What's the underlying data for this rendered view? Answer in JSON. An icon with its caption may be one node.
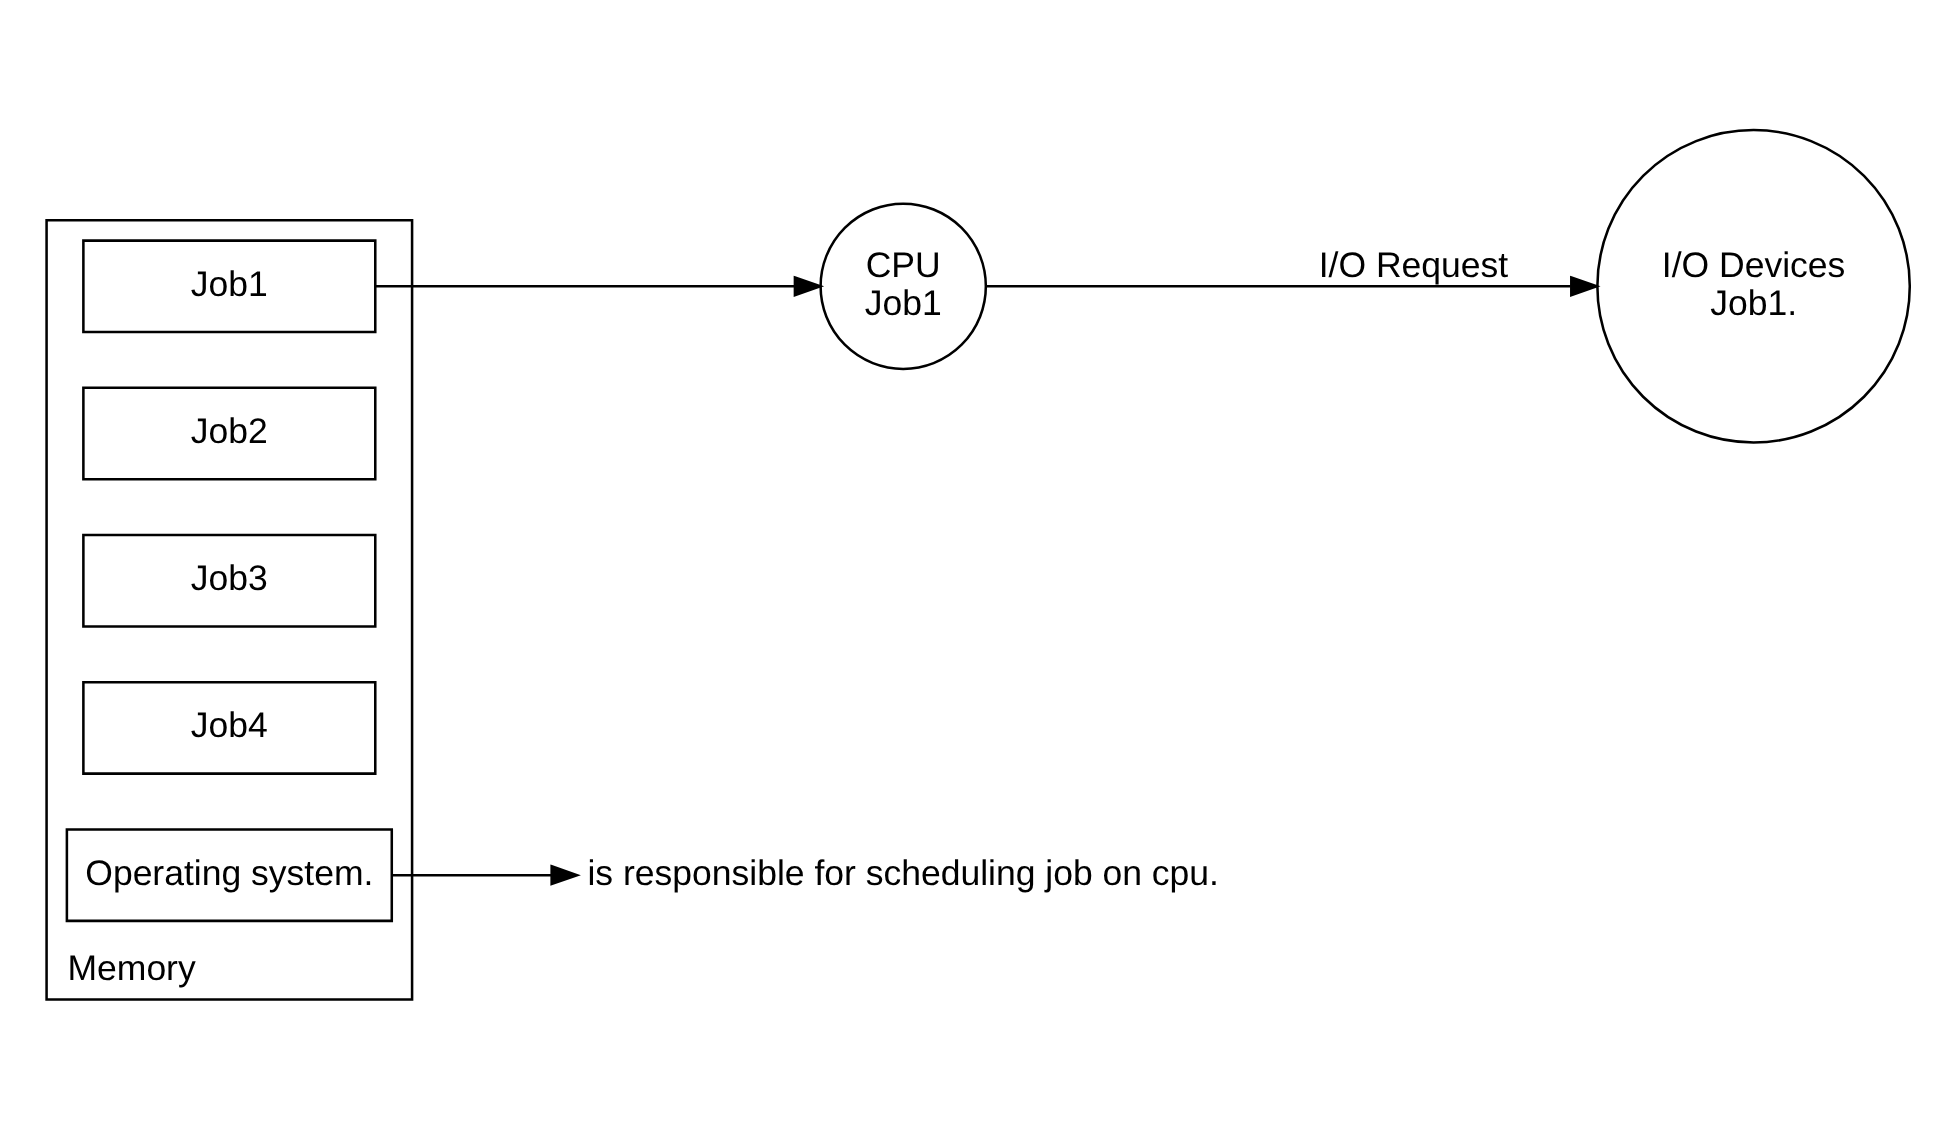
{
  "diagram": {
    "nodes": [
      {
        "text": [
          "Memory"
        ]
      },
      {
        "text": [
          "Job1"
        ],
        "in": 0
      },
      {
        "text": [
          "Job2"
        ],
        "in": 0
      },
      {
        "text": [
          "Job3"
        ],
        "in": 0
      },
      {
        "text": [
          "Job4"
        ],
        "in": 0
      },
      {
        "text": [
          "Operating system."
        ],
        "in": 0
      },
      {
        "text": [
          "CPU",
          "Job1"
        ]
      },
      {
        "text": [
          "I/O Devices",
          "Job1."
        ]
      },
      {
        "text": [
          "is responsible for scheduling job on cpu."
        ]
      }
    ],
    "edges": [
      {
        "from": 1,
        "to": 6,
        "arrow": "to"
      },
      {
        "from": 6,
        "to": 7,
        "arrow": "to",
        "label": "I/O Request"
      },
      {
        "from": 5,
        "to": 8,
        "arrow": "to"
      }
    ]
  }
}
